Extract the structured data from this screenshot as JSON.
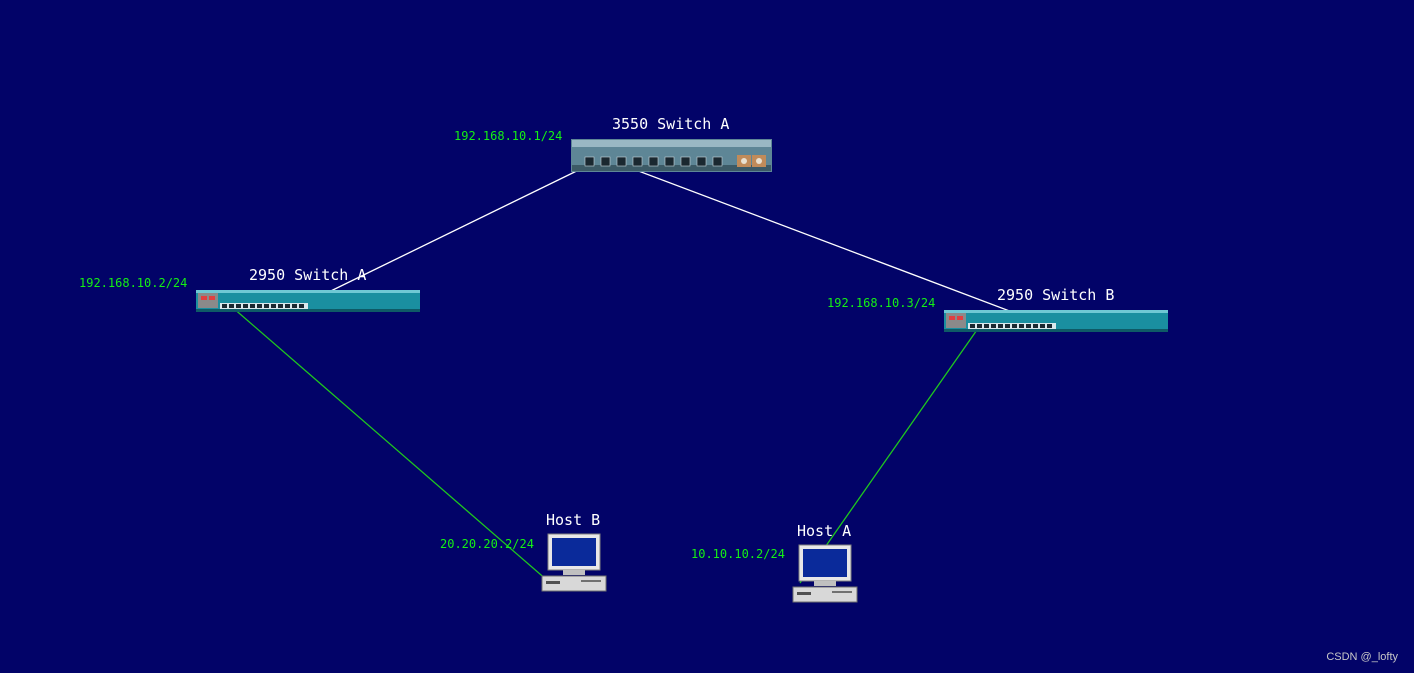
{
  "devices": {
    "core_switch": {
      "name": "3550 Switch A",
      "ip": "192.168.10.1/24"
    },
    "switch_a": {
      "name": "2950 Switch A",
      "ip": "192.168.10.2/24"
    },
    "switch_b": {
      "name": "2950 Switch B",
      "ip": "192.168.10.3/24"
    },
    "host_b": {
      "name": "Host B",
      "ip": "20.20.20.2/24"
    },
    "host_a": {
      "name": "Host A",
      "ip": "10.10.10.2/24"
    }
  },
  "watermark": "CSDN @_lofty",
  "colors": {
    "background": "#020368",
    "uplink_line": "#ffffff",
    "access_line": "#1ec81e",
    "ip_label": "#14f014",
    "switch_body": "#1a8fa0"
  },
  "links": [
    {
      "from": "3550 Switch A",
      "to": "2950 Switch A",
      "type": "uplink"
    },
    {
      "from": "3550 Switch A",
      "to": "2950 Switch B",
      "type": "uplink"
    },
    {
      "from": "2950 Switch A",
      "to": "Host B",
      "type": "access"
    },
    {
      "from": "2950 Switch B",
      "to": "Host A",
      "type": "access"
    }
  ]
}
